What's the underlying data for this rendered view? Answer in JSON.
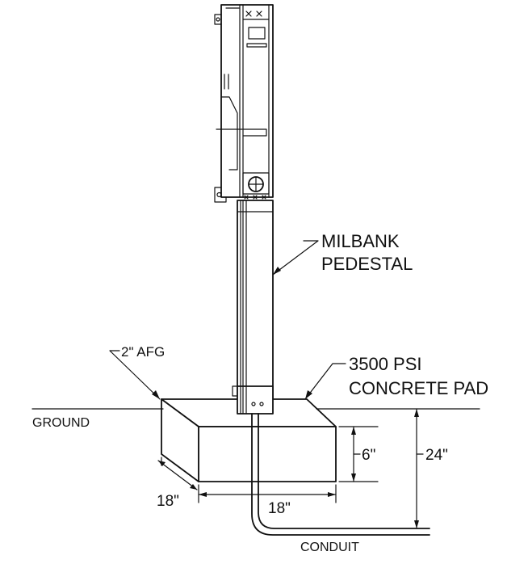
{
  "labels": {
    "pedestal_line1": "MILBANK",
    "pedestal_line2": "PEDESTAL",
    "afg": "2\" AFG",
    "concrete_line1": "3500 PSI",
    "concrete_line2": "CONCRETE PAD",
    "ground": "GROUND",
    "dim_6": "6\"",
    "dim_24": "24\"",
    "dim_18_depth": "18\"",
    "dim_18_width": "18\"",
    "conduit": "CONDUIT"
  },
  "colors": {
    "ink": "#111111",
    "background": "#ffffff"
  }
}
